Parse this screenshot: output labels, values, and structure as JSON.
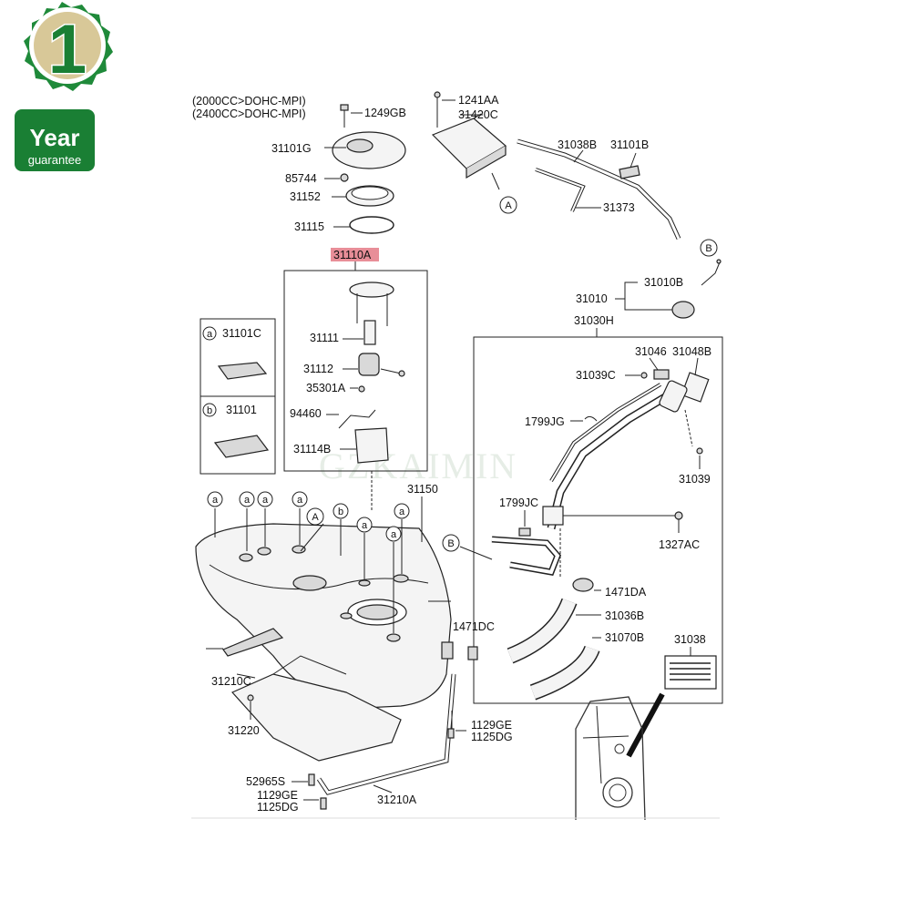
{
  "badge": {
    "number": "1",
    "word": "Year",
    "sub": "guarantee",
    "colors": {
      "outer": "#1f8a3a",
      "inner": "#d8c898",
      "number": "#1a7f34",
      "band": "#1a7f34"
    }
  },
  "watermark": "GZKAIMIN",
  "engine_variants": [
    "(2000CC>DOHC-MPI)",
    "(2400CC>DOHC-MPI)"
  ],
  "highlight_color": "#e88e98",
  "parts": {
    "p1249GB": "1249GB",
    "p31101G": "31101G",
    "p85744": "85744",
    "p31152": "31152",
    "p31115": "31115",
    "p31110A": "31110A",
    "p31111": "31111",
    "p31112": "31112",
    "p35301A": "35301A",
    "p94460": "94460",
    "p31114B": "31114B",
    "p31101C": "31101C",
    "p31101": "31101",
    "p1241AA": "1241AA",
    "p31420C": "31420C",
    "p31038B": "31038B",
    "p31101B": "31101B",
    "p31373": "31373",
    "p31010B": "31010B",
    "p31010": "31010",
    "p31030H": "31030H",
    "p31046": "31046",
    "p31048B": "31048B",
    "p31039C": "31039C",
    "p1799JG": "1799JG",
    "p31039": "31039",
    "p1799JC": "1799JC",
    "p1327AC": "1327AC",
    "p1471DA": "1471DA",
    "p31036B": "31036B",
    "p31070B": "31070B",
    "p31038": "31038",
    "p31150": "31150",
    "p1471DC": "1471DC",
    "p31210C": "31210C",
    "p31220": "31220",
    "p1129GE_a": "1129GE",
    "p1125DG_a": "1125DG",
    "p52965S": "52965S",
    "p1129GE_b": "1129GE",
    "p1125DG_b": "1125DG",
    "p31210A": "31210A"
  },
  "callouts": {
    "a": "a",
    "b": "b",
    "A": "A",
    "B": "B"
  }
}
